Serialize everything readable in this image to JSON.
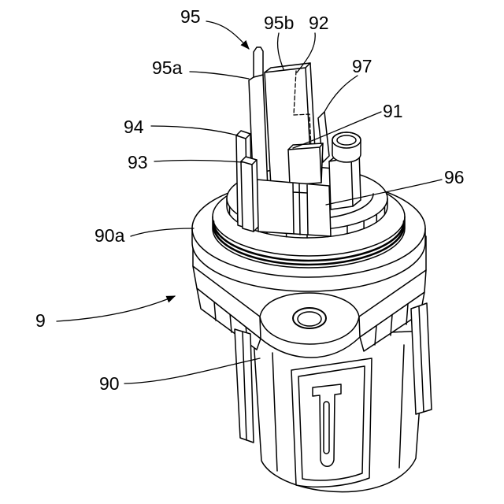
{
  "figure": {
    "labels": {
      "ref_95": "95",
      "ref_95b": "95b",
      "ref_92": "92",
      "ref_95a": "95a",
      "ref_97": "97",
      "ref_94": "94",
      "ref_91": "91",
      "ref_93": "93",
      "ref_96": "96",
      "ref_90a": "90a",
      "ref_9": "9",
      "ref_90": "90"
    },
    "colors": {
      "line": "#000000",
      "background": "#ffffff"
    }
  }
}
